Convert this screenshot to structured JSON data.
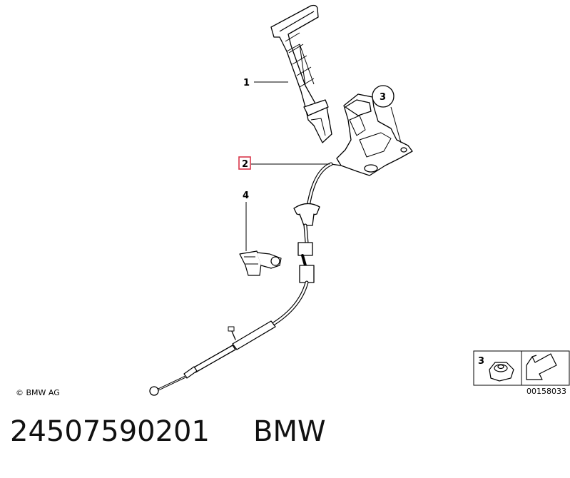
{
  "diagram": {
    "callouts": {
      "c1": "1",
      "c2": "2",
      "c3": "3",
      "c4": "4"
    },
    "copyright": "© BMW AG",
    "inset": {
      "callout": "3",
      "code": "00158033"
    },
    "colors": {
      "highlight": "#d9364a",
      "line": "#000000"
    }
  },
  "footer": {
    "part_number": "24507590201",
    "brand": "BMW"
  }
}
